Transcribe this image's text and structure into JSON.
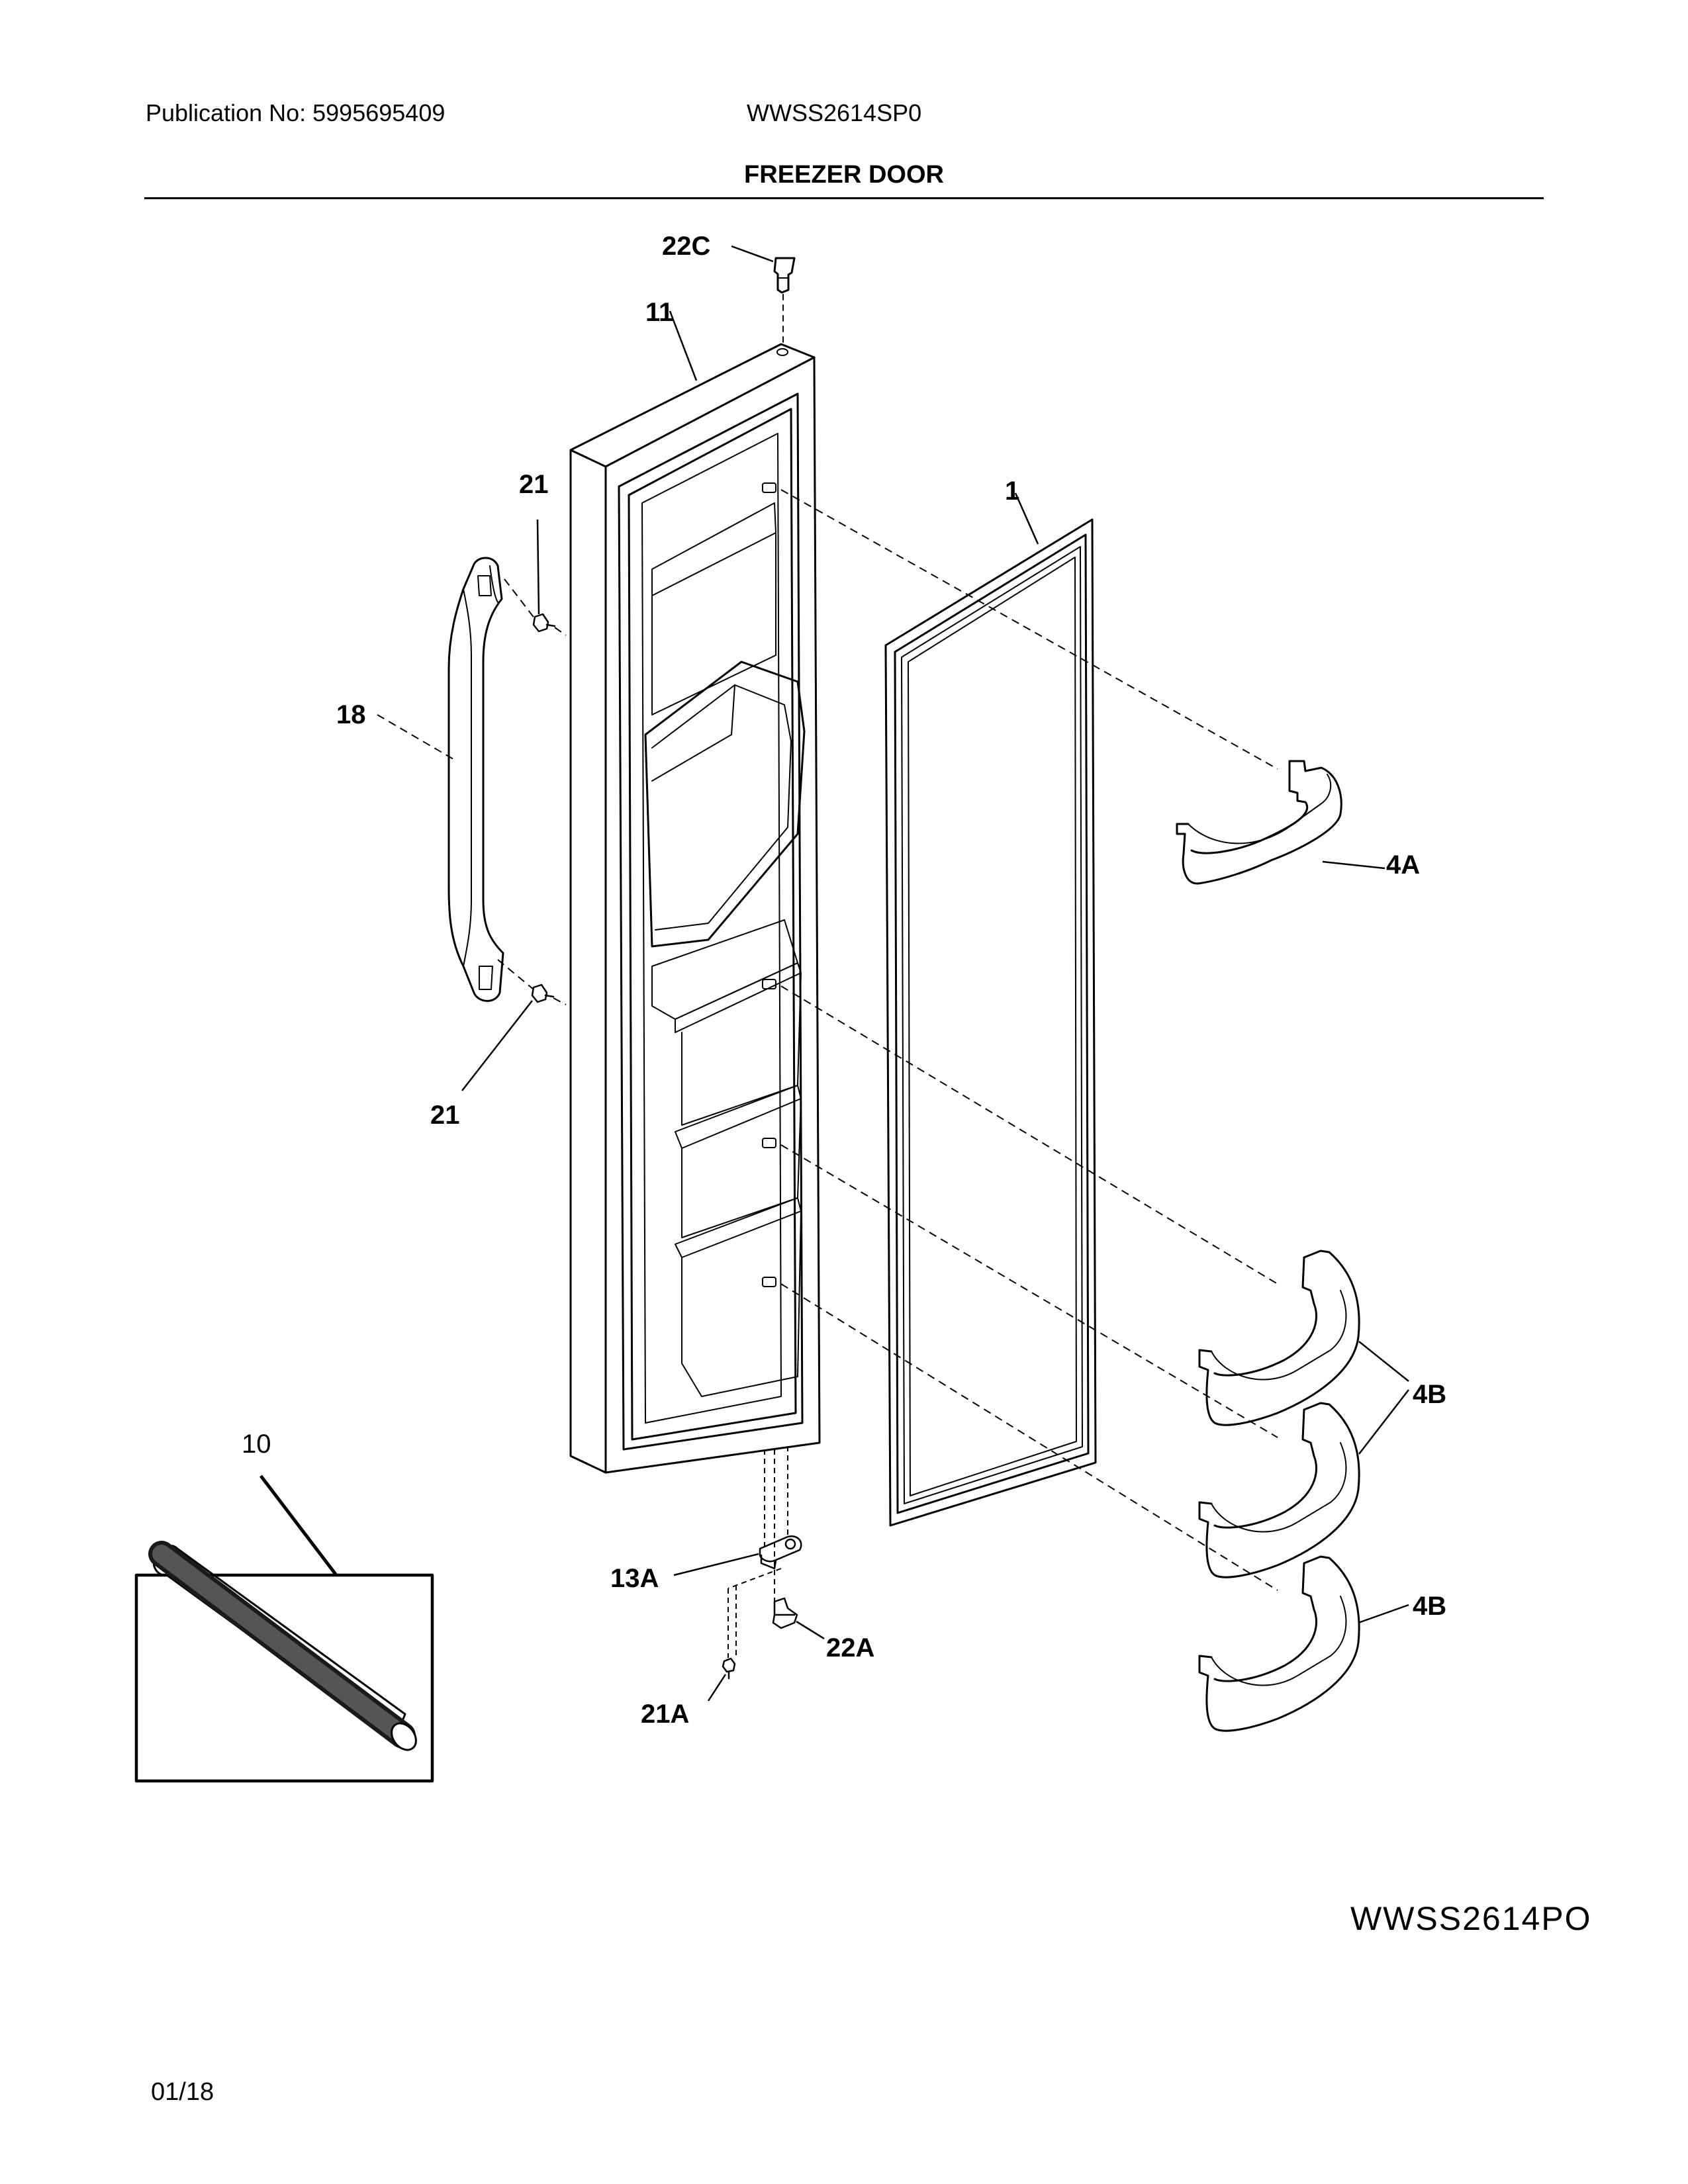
{
  "header": {
    "publication": "Publication No: 5995695409",
    "model": "WWSS2614SP0",
    "section_title": "FREEZER DOOR"
  },
  "callouts": {
    "c22C": "22C",
    "c11": "11",
    "c21_top": "21",
    "c1": "1",
    "c18": "18",
    "c4A": "4A",
    "c21_bottom": "21",
    "c4B_upper": "4B",
    "c4B_lower": "4B",
    "c10": "10",
    "c13A": "13A",
    "c22A": "22A",
    "c21A": "21A"
  },
  "footer": {
    "diagram_code": "WWSS2614PO",
    "date": "01/18"
  }
}
